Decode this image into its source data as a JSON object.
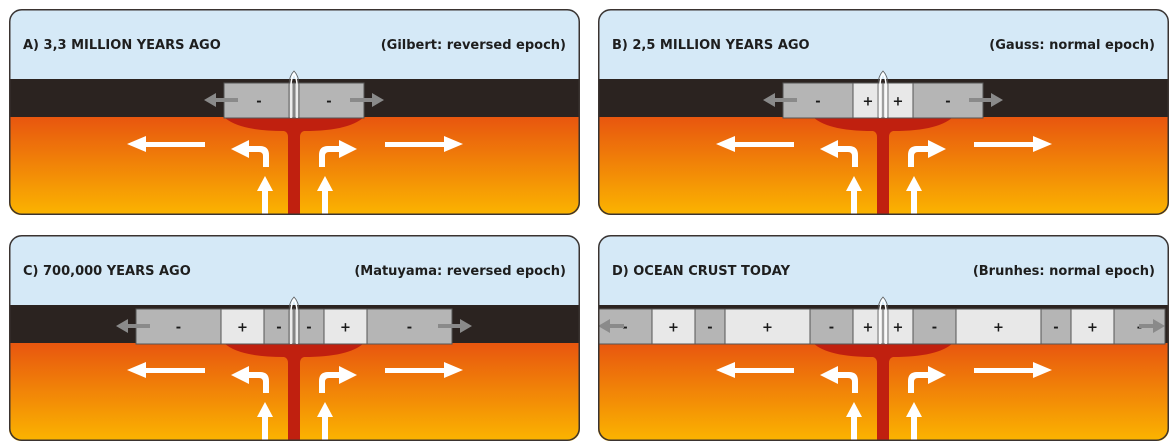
{
  "colors": {
    "sky": "#d5e9f7",
    "crust": "#2b2320",
    "border": "#3a3330",
    "mantle_top": "#e8560f",
    "mantle_bottom": "#fbb400",
    "magma": "#c0200f",
    "normal_stripe": "#e8e8e8",
    "reversed_stripe": "#b5b5b5",
    "drift_arrow": "#8a8a8a",
    "flow_arrow": "#ffffff"
  },
  "panels": [
    {
      "title": "A) 3,3 MILLION YEARS AGO",
      "epoch": "(Gilbert: reversed epoch)",
      "stripes": [
        "-"
      ]
    },
    {
      "title": "B) 2,5 MILLION YEARS AGO",
      "epoch": "(Gauss: normal epoch)",
      "stripes": [
        "+",
        "-"
      ]
    },
    {
      "title": "C) 700,000 YEARS AGO",
      "epoch": "(Matuyama: reversed epoch)",
      "stripes": [
        "-",
        "+",
        "-"
      ]
    },
    {
      "title": "D) OCEAN CRUST TODAY",
      "epoch": "(Brunhes: normal epoch)",
      "stripes": [
        "+",
        "-",
        "+",
        "-",
        "+",
        "-"
      ]
    }
  ]
}
